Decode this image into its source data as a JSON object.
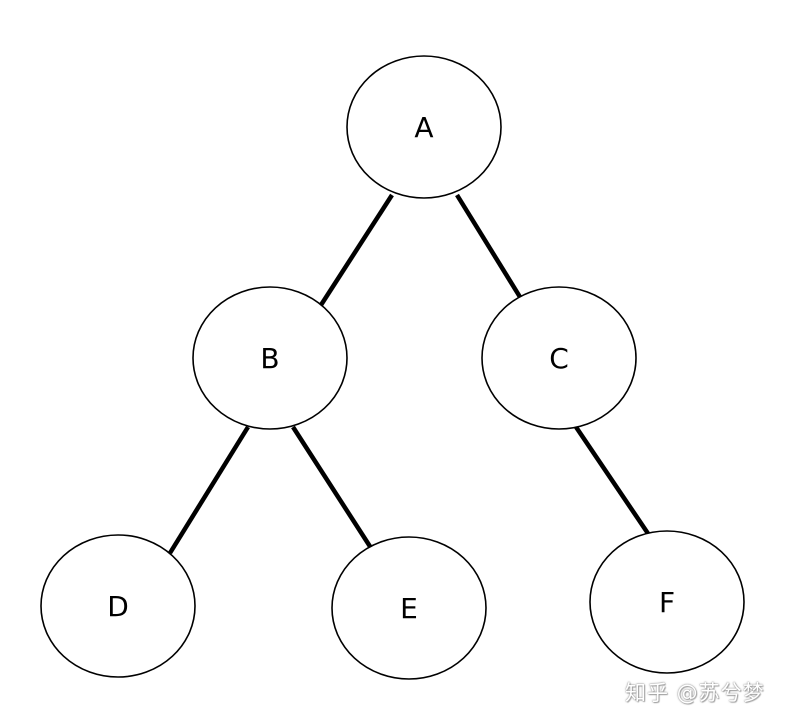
{
  "diagram": {
    "nodes": [
      {
        "id": "A",
        "label": "A"
      },
      {
        "id": "B",
        "label": "B"
      },
      {
        "id": "C",
        "label": "C"
      },
      {
        "id": "D",
        "label": "D"
      },
      {
        "id": "E",
        "label": "E"
      },
      {
        "id": "F",
        "label": "F"
      }
    ],
    "edges": [
      {
        "from": "A",
        "to": "B"
      },
      {
        "from": "A",
        "to": "C"
      },
      {
        "from": "B",
        "to": "D"
      },
      {
        "from": "B",
        "to": "E"
      },
      {
        "from": "C",
        "to": "F"
      }
    ]
  },
  "watermark": {
    "text": "知乎 @苏兮梦"
  }
}
